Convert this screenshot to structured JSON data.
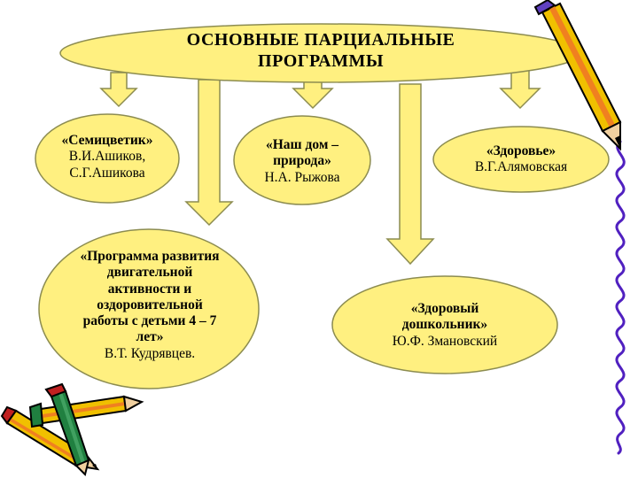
{
  "title": {
    "line1": "ОСНОВНЫЕ ПАРЦИАЛЬНЫЕ",
    "line2": "ПРОГРАММЫ"
  },
  "programs": [
    {
      "name_lines": [
        "«Семицветик»"
      ],
      "author_lines": [
        "В.И.Ашиков,",
        "С.Г.Ашикова"
      ]
    },
    {
      "name_lines": [
        "«Наш дом –",
        "природа»"
      ],
      "author_lines": [
        "Н.А. Рыжова"
      ]
    },
    {
      "name_lines": [
        "«Здоровье»"
      ],
      "author_lines": [
        "В.Г.Алямовская"
      ]
    },
    {
      "name_lines": [
        "«Программа развития",
        "двигательной",
        "активности и",
        "оздоровительной",
        "работы с детьми 4 – 7",
        "лет»"
      ],
      "author_lines": [
        "В.Т. Кудрявцев."
      ]
    },
    {
      "name_lines": [
        "«Здоровый",
        "дошкольник»"
      ],
      "author_lines": [
        "Ю.Ф. Змановский"
      ]
    }
  ],
  "colors": {
    "fill": "#FFF080",
    "stroke": "#8C8C50",
    "arrow_fill": "#FFF080",
    "decor_purple": "#5020C0",
    "pencil_yellow": "#F0C000",
    "pencil_orange": "#F08020"
  },
  "icons": [
    "pencil-icon-top-right",
    "pencils-icon-bottom-left",
    "squiggle-line-icon"
  ]
}
